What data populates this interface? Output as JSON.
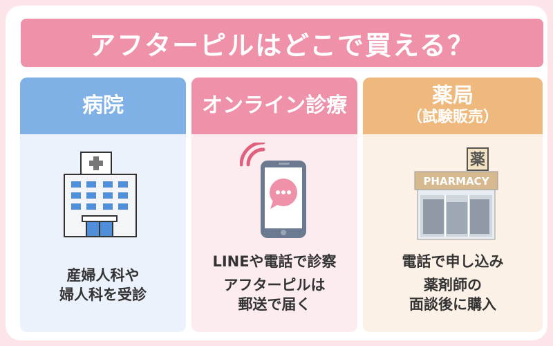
{
  "title": "アフターピルはどこで買える？",
  "colors": {
    "pink": "#ee91a9",
    "blue": "#7fb0e6",
    "orange": "#efb97d",
    "background": "#fde4e8"
  },
  "cards": [
    {
      "heading": "病院",
      "icon": "hospital-building-icon",
      "lines": [
        "産婦人科や",
        "婦人科を受診"
      ]
    },
    {
      "heading": "オンライン診療",
      "icon": "smartphone-chat-icon",
      "line_a": "LINEや電話で診察",
      "lines": [
        "アフターピルは",
        "郵送で届く"
      ]
    },
    {
      "heading": "薬局",
      "subheading": "（試験販売）",
      "icon": "pharmacy-store-icon",
      "sign_text": "PHARMACY",
      "badge_text": "薬",
      "line_a": "電話で申し込み",
      "lines": [
        "薬剤師の",
        "面談後に購入"
      ]
    }
  ]
}
